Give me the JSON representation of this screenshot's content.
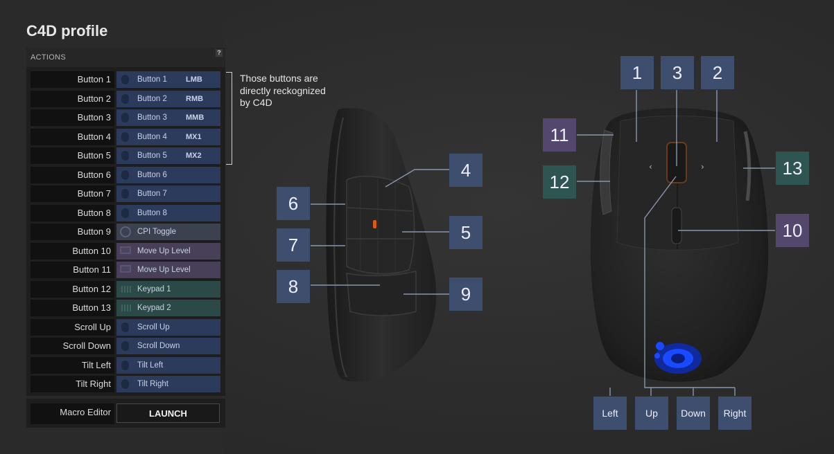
{
  "title": "C4D profile",
  "panel": {
    "header": "ACTIONS",
    "help": "?"
  },
  "rows": [
    {
      "name": "Button 1",
      "action": "Button 1",
      "tag": "LMB",
      "icon": "mouse-icon",
      "style": "blue"
    },
    {
      "name": "Button 2",
      "action": "Button 2",
      "tag": "RMB",
      "icon": "mouse-icon",
      "style": "blue"
    },
    {
      "name": "Button 3",
      "action": "Button 3",
      "tag": "MMB",
      "icon": "mouse-icon",
      "style": "blue"
    },
    {
      "name": "Button 4",
      "action": "Button 4",
      "tag": "MX1",
      "icon": "mouse-icon",
      "style": "blue"
    },
    {
      "name": "Button 5",
      "action": "Button 5",
      "tag": "MX2",
      "icon": "mouse-icon",
      "style": "blue"
    },
    {
      "name": "Button 6",
      "action": "Button 6",
      "tag": "",
      "icon": "mouse-icon",
      "style": "blue"
    },
    {
      "name": "Button 7",
      "action": "Button 7",
      "tag": "",
      "icon": "mouse-icon",
      "style": "blue"
    },
    {
      "name": "Button 8",
      "action": "Button 8",
      "tag": "",
      "icon": "mouse-icon",
      "style": "blue"
    },
    {
      "name": "Button 9",
      "action": "CPI Toggle",
      "tag": "",
      "icon": "cpi-gauge-icon",
      "style": "gray"
    },
    {
      "name": "Button 10",
      "action": "Move Up Level",
      "tag": "",
      "icon": "monitor-icon",
      "style": "lavender"
    },
    {
      "name": "Button 11",
      "action": "Move Up Level",
      "tag": "",
      "icon": "monitor-icon",
      "style": "lavender"
    },
    {
      "name": "Button 12",
      "action": "Keypad 1",
      "tag": "",
      "icon": "keyboard-icon",
      "style": "teal"
    },
    {
      "name": "Button 13",
      "action": "Keypad 2",
      "tag": "",
      "icon": "keyboard-icon",
      "style": "teal"
    },
    {
      "name": "Scroll Up",
      "action": "Scroll Up",
      "tag": "",
      "icon": "mouse-icon",
      "style": "blue"
    },
    {
      "name": "Scroll Down",
      "action": "Scroll Down",
      "tag": "",
      "icon": "mouse-icon",
      "style": "blue"
    },
    {
      "name": "Tilt Left",
      "action": "Tilt Left",
      "tag": "",
      "icon": "mouse-icon",
      "style": "blue"
    },
    {
      "name": "Tilt Right",
      "action": "Tilt Right",
      "tag": "",
      "icon": "mouse-icon",
      "style": "blue"
    }
  ],
  "macro": {
    "label": "Macro Editor",
    "button": "LAUNCH"
  },
  "note": "Those buttons are directly reckognized by C4D",
  "side_labels": [
    "4",
    "5",
    "6",
    "7",
    "8",
    "9"
  ],
  "top_labels": [
    "1",
    "2",
    "3",
    "10",
    "11",
    "12",
    "13"
  ],
  "direction_labels": [
    "Left",
    "Up",
    "Down",
    "Right"
  ],
  "colors": {
    "blue": "#2c3a5c",
    "lavender": "#474058",
    "gray": "#3c4150",
    "teal": "#2b4947",
    "accent_logo": "#1e46ff"
  }
}
